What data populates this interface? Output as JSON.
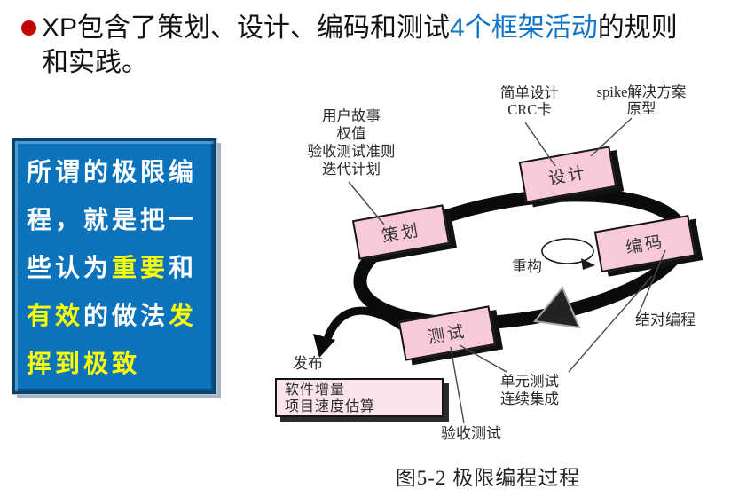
{
  "slide": {
    "title": {
      "prefix": "XP包含了策划、设计、编码和测试",
      "highlight": "4个框架活动",
      "suffix": "的规则",
      "line2": "和实践。",
      "highlight_color": "#1274c8",
      "bullet_color": "#c40000"
    },
    "callout": {
      "bg_color": "#0b72bc",
      "highlight_color": "#ffff00",
      "lines": [
        {
          "segments": [
            {
              "text": "所谓的极限编",
              "highlight": false
            }
          ]
        },
        {
          "segments": [
            {
              "text": "程，就是把一",
              "highlight": false
            }
          ]
        },
        {
          "segments": [
            {
              "text": "些认为",
              "highlight": false
            },
            {
              "text": "重要",
              "highlight": true
            },
            {
              "text": "和",
              "highlight": false
            }
          ]
        },
        {
          "segments": [
            {
              "text": "有效",
              "highlight": true
            },
            {
              "text": "的做法",
              "highlight": false
            },
            {
              "text": "发",
              "highlight": true
            }
          ]
        },
        {
          "segments": [
            {
              "text": "挥到极致",
              "highlight": true
            }
          ]
        }
      ]
    },
    "diagram": {
      "box_color": "#f8c9db",
      "increment_box_color": "#fbe3ee",
      "ring_color": "#0b0b0b",
      "activities": [
        {
          "id": "planning",
          "label": "策划"
        },
        {
          "id": "design",
          "label": "设计"
        },
        {
          "id": "coding",
          "label": "编码"
        },
        {
          "id": "testing",
          "label": "测试"
        }
      ],
      "annotations": {
        "user_stories": [
          "用户故事",
          "权值",
          "验收测试准则",
          "迭代计划"
        ],
        "simple_design": [
          "简单设计",
          "CRC卡"
        ],
        "spike": [
          "spike解决方案",
          "原型"
        ],
        "refactor": "重构",
        "pair_programming": "结对编程",
        "release": "发布",
        "increment_box": [
          "软件增量",
          "项目速度估算"
        ],
        "unit_test": [
          "单元测试",
          "连续集成"
        ],
        "acceptance_test": "验收测试"
      },
      "caption": "图5-2 极限编程过程"
    }
  }
}
